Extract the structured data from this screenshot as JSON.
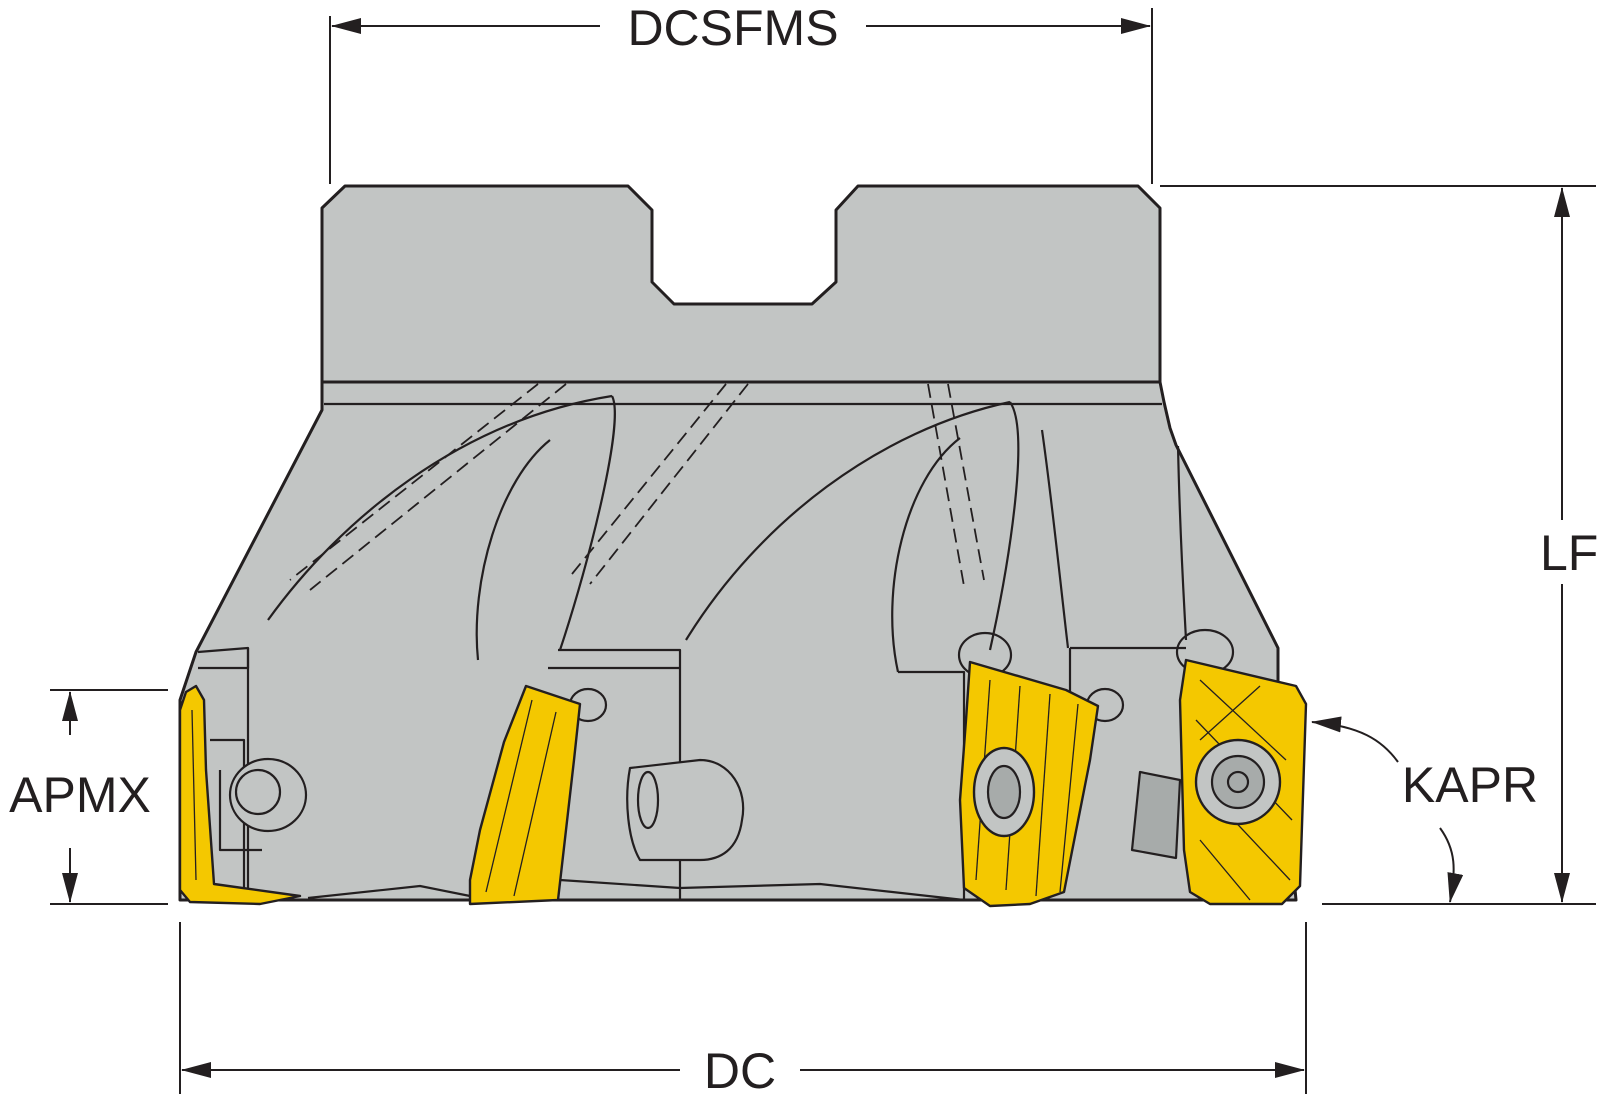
{
  "diagram": {
    "labels": {
      "dcsfms": "DCSFMS",
      "lf": "LF",
      "apmx": "APMX",
      "kapr": "KAPR",
      "dc": "DC"
    },
    "colors": {
      "body": "#c2c5c4",
      "body_shadow": "#a7abaa",
      "insert": "#f4c800",
      "line": "#231f20",
      "background": "#ffffff"
    }
  }
}
